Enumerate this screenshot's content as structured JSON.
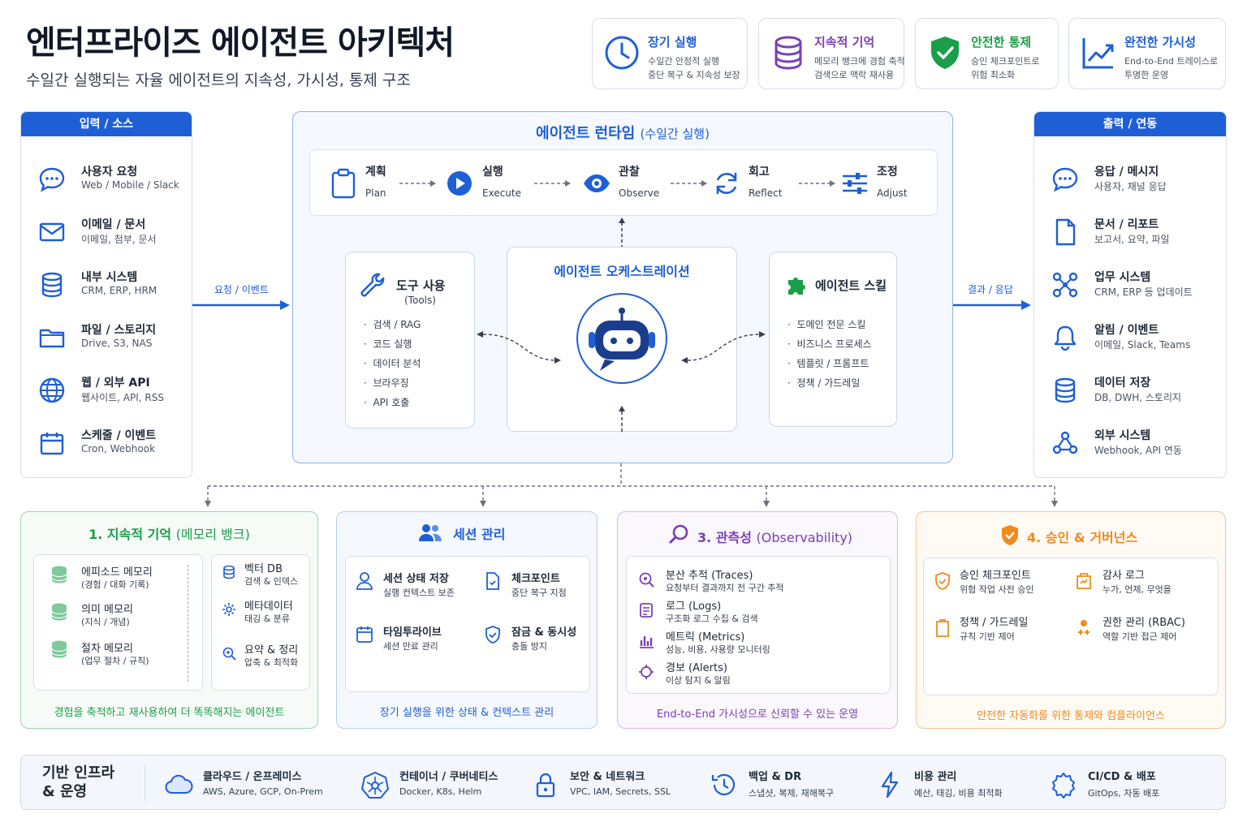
{
  "header": {
    "title": "엔터프라이즈 에이전트 아키텍처",
    "subtitle": "수일간 실행되는 자율 에이전트의 지속성, 가시성, 통제 구조"
  },
  "feature_cards": [
    {
      "title": "장기 실행",
      "line1": "수일간 안정적 실행",
      "line2": "중단 복구 & 지속성 보장",
      "icon": "clock-icon",
      "color": "#1f5fd6"
    },
    {
      "title": "지속적 기억",
      "line1": "메모리 뱅크에 경험 축적",
      "line2": "검색으로 맥락 재사용",
      "icon": "database-icon",
      "color": "#7b3fb8"
    },
    {
      "title": "안전한 통제",
      "line1": "승인 체크포인트로",
      "line2": "위험 최소화",
      "icon": "shield-check-icon",
      "color": "#1a9e4a"
    },
    {
      "title": "완전한 가시성",
      "line1": "End-to-End 트레이스로",
      "line2": "투명한 운영",
      "icon": "trend-chart-icon",
      "color": "#1f5fd6"
    }
  ],
  "inputs": {
    "header": "입력 / 소스",
    "items": [
      {
        "title": "사용자 요청",
        "sub": "Web / Mobile / Slack",
        "icon": "chat-icon"
      },
      {
        "title": "이메일 / 문서",
        "sub": "이메일, 첨부, 문서",
        "icon": "mail-icon"
      },
      {
        "title": "내부 시스템",
        "sub": "CRM, ERP, HRM",
        "icon": "database-icon"
      },
      {
        "title": "파일 / 스토리지",
        "sub": "Drive, S3, NAS",
        "icon": "folder-icon"
      },
      {
        "title": "웹 / 외부 API",
        "sub": "웹사이트, API, RSS",
        "icon": "globe-icon"
      },
      {
        "title": "스케줄 / 이벤트",
        "sub": "Cron, Webhook",
        "icon": "calendar-icon"
      }
    ]
  },
  "outputs": {
    "header": "출력 / 연동",
    "items": [
      {
        "title": "응답 / 메시지",
        "sub": "사용자, 채널 응답",
        "icon": "chat-icon"
      },
      {
        "title": "문서 / 리포트",
        "sub": "보고서, 요약, 파일",
        "icon": "document-icon"
      },
      {
        "title": "업무 시스템",
        "sub": "CRM, ERP 등 업데이트",
        "icon": "network-icon"
      },
      {
        "title": "알림 / 이벤트",
        "sub": "이메일, Slack, Teams",
        "icon": "bell-icon"
      },
      {
        "title": "데이터 저장",
        "sub": "DB, DWH, 스토리지",
        "icon": "database-icon"
      },
      {
        "title": "외부 시스템",
        "sub": "Webhook, API 연동",
        "icon": "webhook-icon"
      }
    ]
  },
  "flow_labels": {
    "request": "요청 / 이벤트",
    "result": "결과 / 응답"
  },
  "runtime": {
    "title": "에이전트 런타임",
    "title_sub": "(수일간 실행)",
    "steps": [
      {
        "ko": "계획",
        "en": "Plan",
        "icon": "clipboard-icon"
      },
      {
        "ko": "실행",
        "en": "Execute",
        "icon": "play-icon"
      },
      {
        "ko": "관찰",
        "en": "Observe",
        "icon": "eye-icon"
      },
      {
        "ko": "회고",
        "en": "Reflect",
        "icon": "refresh-icon"
      },
      {
        "ko": "조정",
        "en": "Adjust",
        "icon": "sliders-icon"
      }
    ],
    "tools": {
      "title": "도구 사용",
      "sub": "(Tools)",
      "items": [
        "검색 / RAG",
        "코드 실행",
        "데이터 분석",
        "브라우징",
        "API 호출"
      ]
    },
    "orchestration": {
      "title": "에이전트 오케스트레이션"
    },
    "skills": {
      "title": "에이전트 스킬",
      "items": [
        "도메인 전문 스킬",
        "비즈니스 프로세스",
        "템플릿 / 프롬프트",
        "정책 / 가드레일"
      ]
    }
  },
  "modules": {
    "memory": {
      "title": "1. 지속적 기억",
      "title_sub": "(메모리 뱅크)",
      "left": [
        {
          "title": "에피소드 메모리",
          "sub": "(경험 / 대화 기록)"
        },
        {
          "title": "의미 메모리",
          "sub": "(지식 / 개념)"
        },
        {
          "title": "절차 메모리",
          "sub": "(업무 절차 / 규칙)"
        }
      ],
      "right": [
        {
          "title": "벡터 DB",
          "sub": "검색 & 인덱스"
        },
        {
          "title": "메타데이터",
          "sub": "태깅 & 분류"
        },
        {
          "title": "요약 & 정리",
          "sub": "압축 & 최적화"
        }
      ],
      "footer": "경험을 축적하고 재사용하여 더 똑똑해지는 에이전트"
    },
    "session": {
      "title": "세션 관리",
      "items": [
        {
          "title": "세션 상태 저장",
          "sub": "실행 컨텍스트 보존"
        },
        {
          "title": "체크포인트",
          "sub": "중단 복구 지점"
        },
        {
          "title": "타임투라이브",
          "sub": "세션 만료 관리"
        },
        {
          "title": "잠금 & 동시성",
          "sub": "충돌 방지"
        }
      ],
      "footer": "장기 실행을 위한 상태 & 컨텍스트 관리"
    },
    "observability": {
      "title": "3. 관측성",
      "title_sub": "(Observability)",
      "items": [
        {
          "title": "분산 추적 (Traces)",
          "sub": "요청부터 결과까지 전 구간 추적"
        },
        {
          "title": "로그 (Logs)",
          "sub": "구조화 로그 수집 & 검색"
        },
        {
          "title": "메트릭 (Metrics)",
          "sub": "성능, 비용, 사용량 모니터링"
        },
        {
          "title": "경보 (Alerts)",
          "sub": "이상 탐지 & 알림"
        }
      ],
      "footer": "End-to-End 가시성으로 신뢰할 수 있는 운영"
    },
    "governance": {
      "title": "4. 승인 & 거버넌스",
      "items": [
        {
          "title": "승인 체크포인트",
          "sub": "위험 작업 사전 승인"
        },
        {
          "title": "감사 로그",
          "sub": "누가, 언제, 무엇을"
        },
        {
          "title": "정책 / 가드레일",
          "sub": "규칙 기반 제어"
        },
        {
          "title": "권한 관리 (RBAC)",
          "sub": "역할 기반 접근 제어"
        }
      ],
      "footer": "안전한 자동화를 위한 통제와 컴플라이언스"
    }
  },
  "infra": {
    "title_line1": "기반 인프라",
    "title_line2": "& 운영",
    "items": [
      {
        "title": "클라우드 / 온프레미스",
        "sub": "AWS, Azure, GCP, On-Prem",
        "icon": "cloud-icon"
      },
      {
        "title": "컨테이너 / 쿠버네티스",
        "sub": "Docker, K8s, Helm",
        "icon": "kubernetes-icon"
      },
      {
        "title": "보안 & 네트워크",
        "sub": "VPC, IAM, Secrets, SSL",
        "icon": "lock-icon"
      },
      {
        "title": "백업 & DR",
        "sub": "스냅샷, 복제, 재해복구",
        "icon": "backup-icon"
      },
      {
        "title": "비용 관리",
        "sub": "예산, 태깅, 비용 최적화",
        "icon": "lightning-icon"
      },
      {
        "title": "CI/CD & 배포",
        "sub": "GitOps, 자동 배포",
        "icon": "gear-icon"
      }
    ]
  },
  "colors": {
    "primary_blue": "#1f5fd6",
    "memory_green": "#1a9e4a",
    "observability_purple": "#7b3fb8",
    "governance_orange": "#f08a1c"
  }
}
